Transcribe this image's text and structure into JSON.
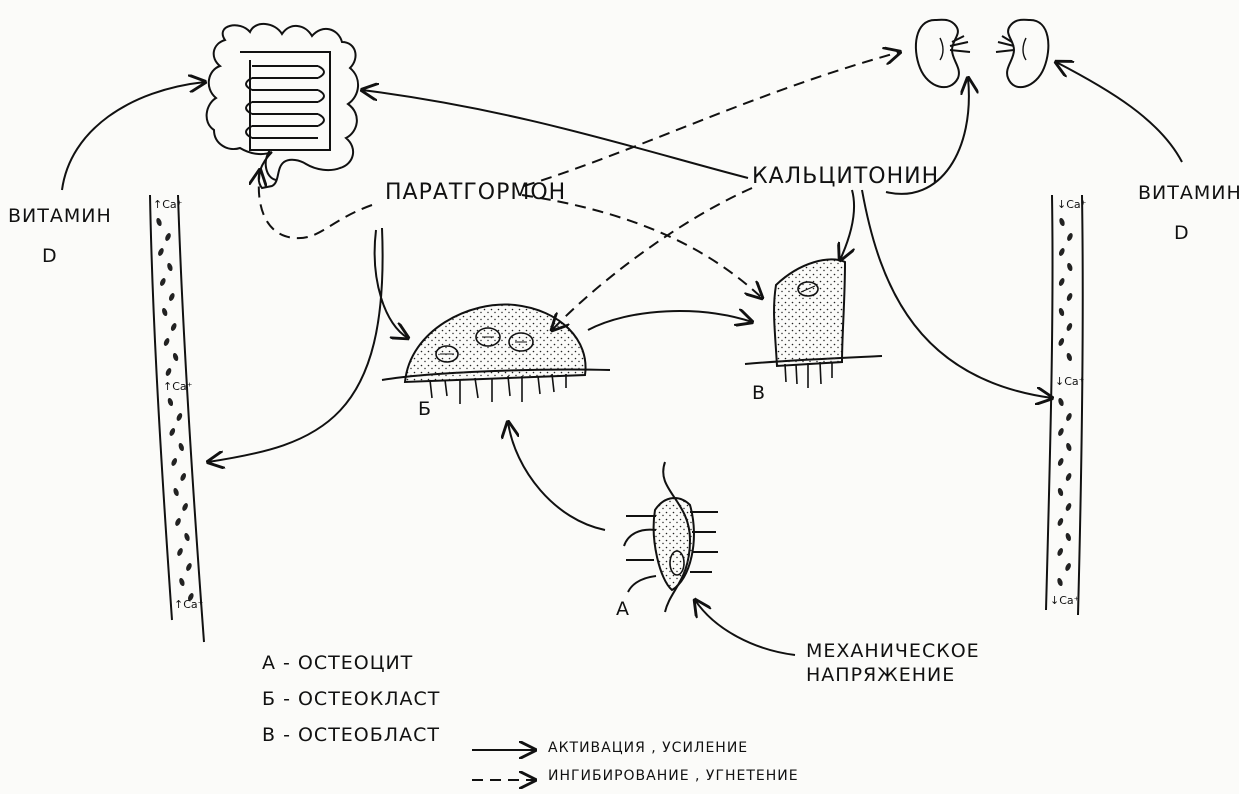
{
  "labels": {
    "parathormone": "ПАРАТГОРМОН",
    "calcitonin": "КАЛЬЦИТОНИН",
    "vitamin_left": "ВИТАМИН",
    "vitamin_left_d": "D",
    "vitamin_right": "ВИТАМИН",
    "vitamin_right_d": "D",
    "mech_line1": "МЕХАНИЧЕСКОЕ",
    "mech_line2": "НАПРЯЖЕНИЕ",
    "cell_a": "А",
    "cell_b": "Б",
    "cell_v": "В"
  },
  "vessel_left": {
    "ca_top": "↑Ca⁺",
    "ca_mid": "↑Ca⁺",
    "ca_bottom": "↑Ca⁺"
  },
  "vessel_right": {
    "ca_top": "↓Ca⁺",
    "ca_mid": "↓Ca⁺",
    "ca_bottom": "↓Ca⁺"
  },
  "legend": {
    "a": "А - ОСТЕОЦИТ",
    "b": "Б - ОСТЕОКЛАСТ",
    "v": "В - ОСТЕОБЛАСТ",
    "solid": "АКТИВАЦИЯ , УСИЛЕНИЕ",
    "dashed": "ИНГИБИРОВАНИЕ , УГНЕТЕНИЕ"
  }
}
